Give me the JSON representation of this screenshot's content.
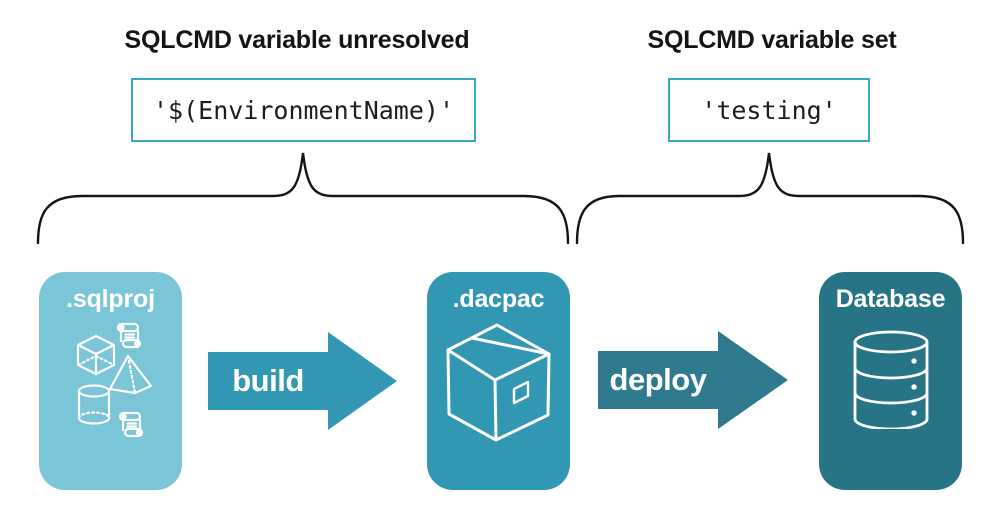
{
  "colors": {
    "ink": "#141414",
    "code_border": "#38a9c5",
    "card_sqlproj": "#7ac5d8",
    "card_dacpac": "#3197b3",
    "card_database": "#277487",
    "arrow_build": "#3197b3",
    "arrow_deploy": "#2f7a8e"
  },
  "annotations": {
    "unresolved": {
      "title": "SQLCMD variable unresolved",
      "code": "'$(EnvironmentName)'"
    },
    "resolved": {
      "title": "SQLCMD variable set",
      "code": "'testing'"
    }
  },
  "pipeline": {
    "stages": [
      {
        "label": ".sqlproj",
        "icon": "sql-objects-icon"
      },
      {
        "label": ".dacpac",
        "icon": "package-box-icon"
      },
      {
        "label": "Database",
        "icon": "database-cylinder-icon"
      }
    ],
    "arrows": [
      {
        "label": "build"
      },
      {
        "label": "deploy"
      }
    ]
  }
}
